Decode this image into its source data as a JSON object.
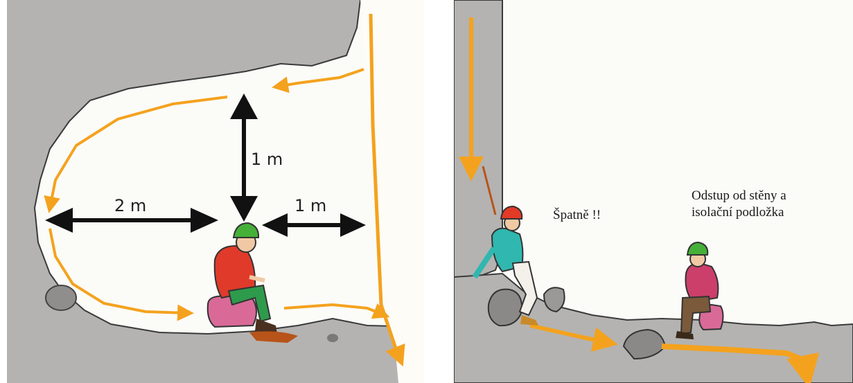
{
  "left_panel": {
    "labels": {
      "vertical_distance": "1 m",
      "left_distance": "2 m",
      "right_distance": "1 m"
    }
  },
  "right_panel": {
    "labels": {
      "wrong": "Špatně !!",
      "correct_line1": "Odstup od stěny a",
      "correct_line2": "isolační podložka"
    }
  },
  "colors": {
    "rock": "#b4b3b1",
    "snow": "#fbfbf8",
    "airflow_arrow": "#f4a21e",
    "dimension_arrow": "#111111",
    "helmet_green": "#45b038",
    "helmet_red": "#e23a26",
    "jacket_red": "#e03a2a",
    "jacket_teal": "#2fb7b0",
    "jacket_pink": "#cc3f6a",
    "pants_green": "#2e9a4c",
    "pack_pink": "#d96a98"
  }
}
